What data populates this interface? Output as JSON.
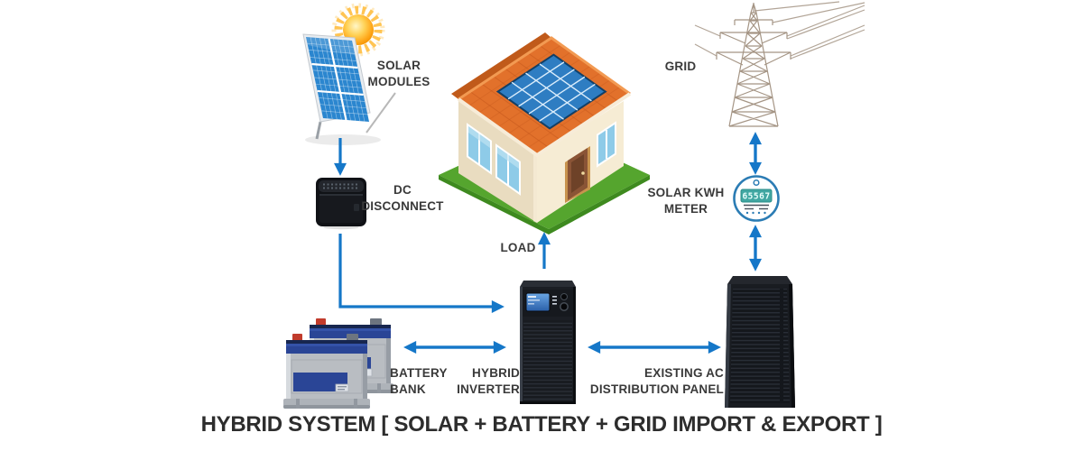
{
  "diagram": {
    "title": "HYBRID SYSTEM [ SOLAR + BATTERY + GRID IMPORT & EXPORT ]",
    "labels": {
      "solar_modules": {
        "line1": "SOLAR",
        "line2": "MODULES"
      },
      "dc_disconnect": {
        "line1": "DC",
        "line2": "DISCONNECT"
      },
      "grid": {
        "line1": "GRID"
      },
      "solar_kwh_meter": {
        "line1": "SOLAR KWH",
        "line2": "METER"
      },
      "load": {
        "line1": "LOAD"
      },
      "battery_bank": {
        "line1": "BATTERY",
        "line2": "BANK"
      },
      "hybrid_inverter": {
        "line1": "HYBRID",
        "line2": "INVERTER"
      },
      "ac_distribution_panel": {
        "line1": "EXISTING AC",
        "line2": "DISTRIBUTION PANEL"
      }
    },
    "meter": {
      "reading": "65567"
    },
    "colors": {
      "arrow_blue": "#1577c8",
      "label_text": "#3a3a3a",
      "roof_orange": "#e2712b",
      "solar_panel_blue": "#2b86cf",
      "grass_green": "#55a52e",
      "meter_ring_blue": "#2b7cb4",
      "lcd_teal": "#41a7a2",
      "device_black": "#1b1e24",
      "battery_blue": "#2a4596",
      "tower_tan": "#a59585"
    }
  }
}
